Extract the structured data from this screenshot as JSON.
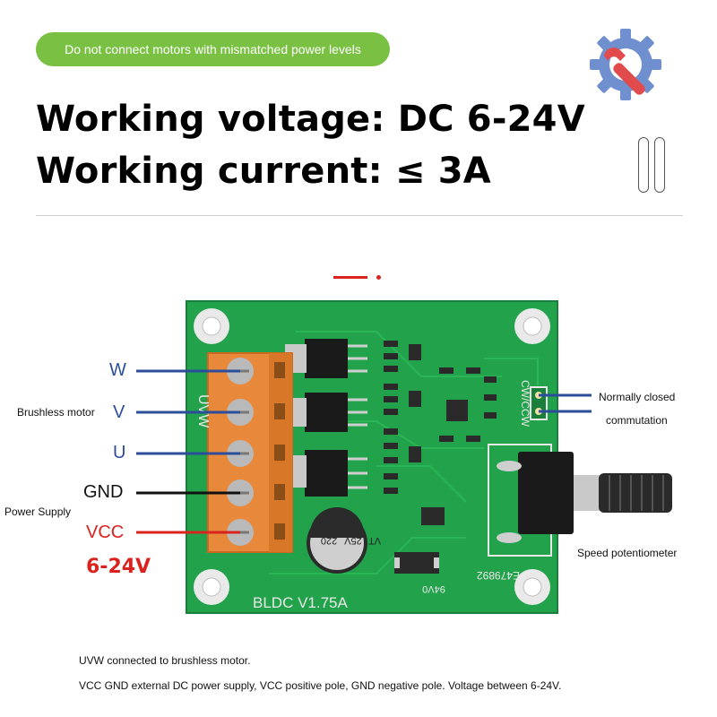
{
  "warning": "Do not connect motors with mismatched power levels",
  "specs": {
    "voltage": "Working voltage: DC 6-24V",
    "current": "Working current: ≤ 3A"
  },
  "board": {
    "model": "BLDC  V1.75A",
    "cap_value": "220",
    "cap_voltage": "25V",
    "cap_type": "VT",
    "cert": "E479892",
    "flammability": "94V0",
    "cw_label": "CW/CCW",
    "silk_uvw": "UVW"
  },
  "pins": {
    "w": "W",
    "v": "V",
    "u": "U",
    "gnd": "GND",
    "vcc": "VCC",
    "range": "6-24V"
  },
  "annotations": {
    "brushless_motor": "Brushless motor",
    "power_supply": "Power Supply",
    "normally_closed": "Normally closed",
    "commutation": "commutation",
    "speed_pot": "Speed potentiometer"
  },
  "notes": [
    "UVW connected to brushless motor.",
    "VCC GND external DC power supply, VCC positive pole, GND negative pole. Voltage between 6-24V."
  ],
  "colors": {
    "accent_green": "#7ac143",
    "pcb_green": "#21a34a",
    "terminal_orange": "#e8883a",
    "wire_blue": "#2b4d9a",
    "wire_red": "#d9231e",
    "logo_blue": "#5b7fc4",
    "logo_red": "#e04a4a"
  },
  "icons": [
    "settings-wrench-icon"
  ]
}
